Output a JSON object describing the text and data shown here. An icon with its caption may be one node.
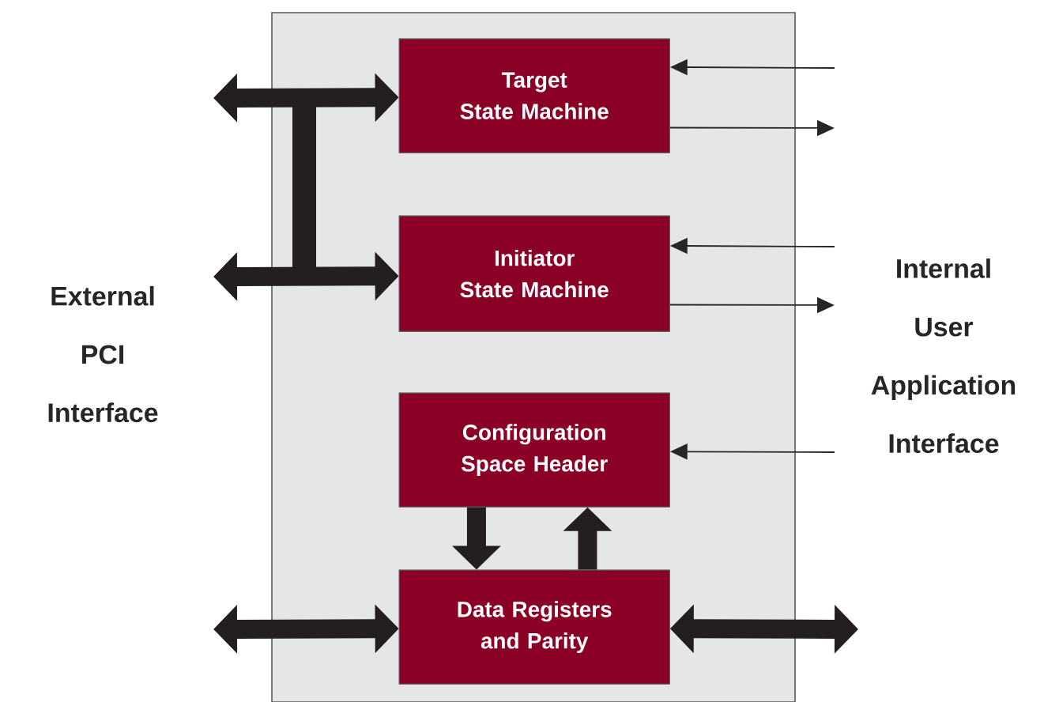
{
  "diagram": {
    "nodes": [
      {
        "text": [],
        "shape": "box"
      },
      {
        "text": [
          "Target State Machine"
        ],
        "in": 0
      },
      {
        "text": [
          "Initiator State Machine"
        ],
        "in": 0
      },
      {
        "text": [
          "Configuration Space Header"
        ],
        "in": 0
      },
      {
        "text": [
          "Data Registers and Parity"
        ],
        "in": 0
      }
    ],
    "edges": [
      {
        "from": null,
        "to": 1,
        "arrow": "both"
      },
      {
        "from": null,
        "to": 2,
        "arrow": "both"
      },
      {
        "from": null,
        "to": 1,
        "arrow": "to"
      },
      {
        "from": 1,
        "to": null,
        "arrow": "to"
      },
      {
        "from": null,
        "to": 2,
        "arrow": "to"
      },
      {
        "from": 2,
        "to": null,
        "arrow": "to"
      },
      {
        "from": null,
        "to": 3,
        "arrow": "to"
      },
      {
        "from": 3,
        "to": 4,
        "arrow": "to"
      },
      {
        "from": 4,
        "to": 3,
        "arrow": "to"
      },
      {
        "from": null,
        "to": 4,
        "arrow": "both"
      },
      {
        "from": 4,
        "to": null,
        "arrow": "both"
      }
    ],
    "labels": [
      "External PCI Interface",
      "Internal User Application Interface"
    ]
  }
}
